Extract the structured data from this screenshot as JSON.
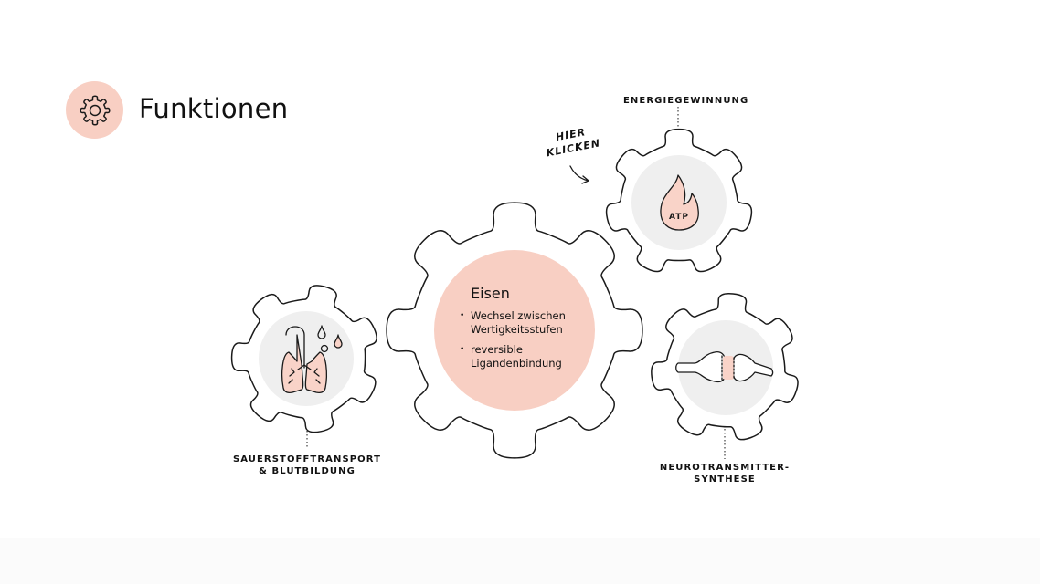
{
  "header": {
    "icon": "gear-icon",
    "title": "Funktionen"
  },
  "hint": {
    "line1": "HIER",
    "line2": "KLICKEN",
    "icon": "curved-arrow-icon"
  },
  "center_gear": {
    "title": "Eisen",
    "bullets": [
      "Wechsel zwischen Wertigkeitsstufen",
      "reversible Ligandenbindung"
    ]
  },
  "gears": {
    "energy": {
      "label": "ENERGIEGEWINNUNG",
      "badge": "ATP",
      "icon": "flame-icon"
    },
    "oxygen": {
      "label_line1": "SAUERSTOFFTRANSPORT",
      "label_line2": "& BLUTBILDUNG",
      "icon": "lungs-icon"
    },
    "neuro": {
      "label_line1": "NEUROTRANSMITTER-",
      "label_line2": "SYNTHESE",
      "icon": "synapse-icon"
    }
  },
  "colors": {
    "accent": "#f8cfc3",
    "icon_fill": "#f9d3c8",
    "circle_gray": "#efefef",
    "outline": "#1a1a1a"
  }
}
